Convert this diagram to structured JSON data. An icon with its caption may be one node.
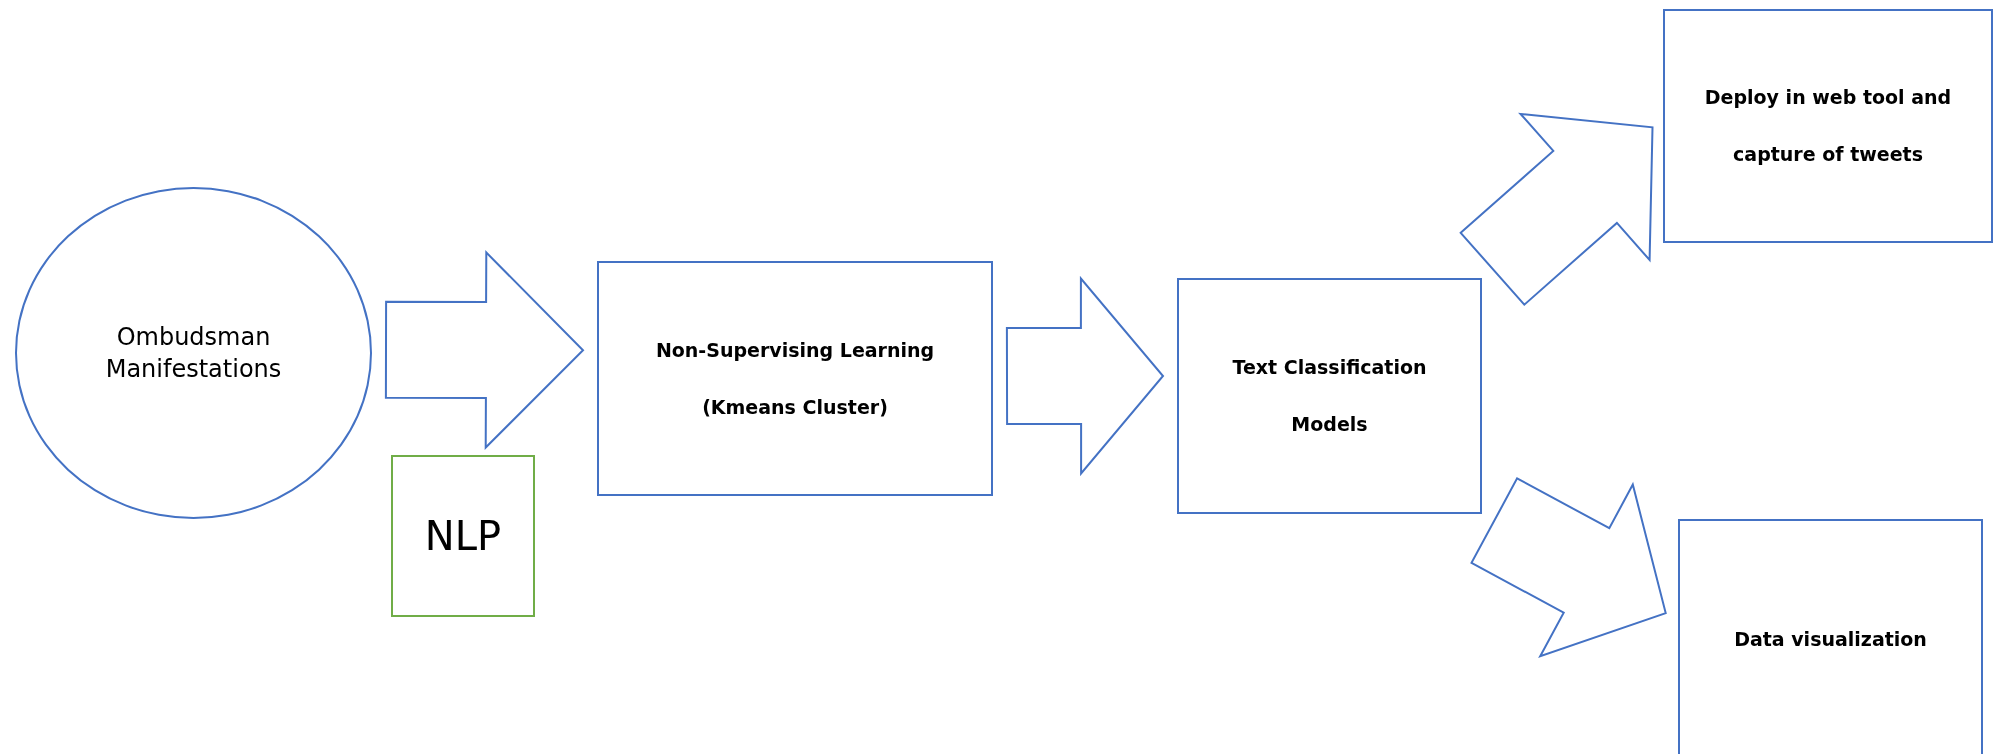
{
  "diagram": {
    "nodes": [
      {
        "text": [
          "Ombudsman Manifestations"
        ]
      },
      {
        "text": [
          "NLP"
        ]
      },
      {
        "text": [
          "Non-Supervising Learning (Kmeans Cluster)"
        ]
      },
      {
        "text": [
          "Text Classification Models"
        ]
      },
      {
        "text": [
          "Deploy in web tool and capture of tweets"
        ]
      },
      {
        "text": [
          "Data visualization"
        ]
      }
    ],
    "edges": [
      {
        "from": 0,
        "to": 2,
        "arrow": "to"
      },
      {
        "from": 2,
        "to": 3,
        "arrow": "to"
      },
      {
        "from": 3,
        "to": 4,
        "arrow": "to"
      },
      {
        "from": 3,
        "to": 5,
        "arrow": "to"
      }
    ]
  }
}
